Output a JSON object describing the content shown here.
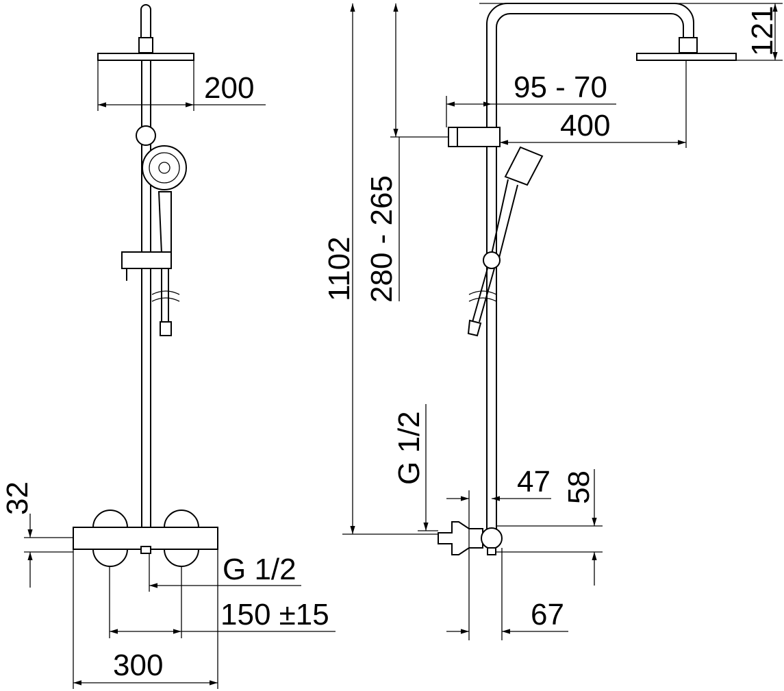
{
  "title": "Shower system dimension drawing",
  "front_view": {
    "head_width": "200",
    "inlet_height": "32",
    "inlet_thread": "G 1/2",
    "inlet_spacing": "150 ±15",
    "mixer_width": "300"
  },
  "side_view": {
    "head_height": "121",
    "total_height": "1102",
    "bracket_height": "280 - 265",
    "bracket_offset": "95 - 70",
    "arm_reach": "400",
    "outlet_thread": "G 1/2",
    "wall_offset_47": "47",
    "height_58": "58",
    "depth_67": "67"
  }
}
